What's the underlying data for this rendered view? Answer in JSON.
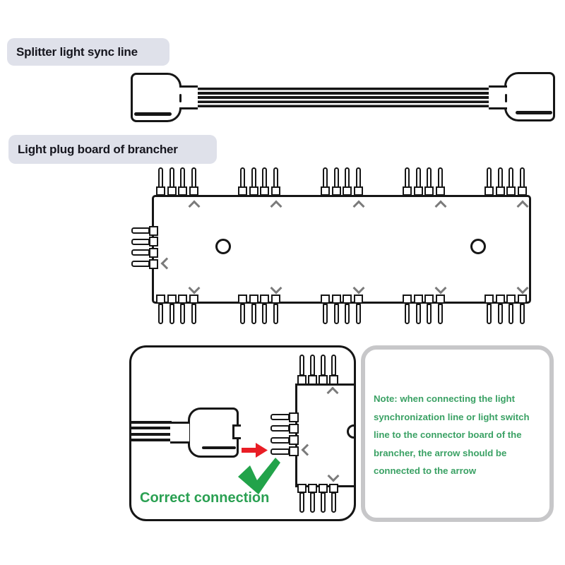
{
  "labels": {
    "splitter": "Splitter light sync line",
    "brancher": "Light plug board of brancher"
  },
  "inset": {
    "caption": "Correct connection"
  },
  "note": {
    "text": "Note: when connecting the light synchronization line or light switch line to the connector board of the brancher, the arrow should be connected to the arrow"
  },
  "colors": {
    "ink": "#161616",
    "chevron_gray": "#7b7b7b",
    "label_bg": "#dfe1ea",
    "label_text": "#16161e",
    "note_green": "#3aa164",
    "caption_green": "#2aa052",
    "check_green": "#22a34a",
    "arrow_red": "#e91d25",
    "note_border": "#c7c7c9"
  },
  "diagram": {
    "cable": {
      "wire_count": 4,
      "connector_count": 2
    },
    "board": {
      "top_port_count": 5,
      "bottom_port_count": 5,
      "side_port_count": 1,
      "pins_per_port": 4,
      "mounting_hole_count": 2
    }
  }
}
